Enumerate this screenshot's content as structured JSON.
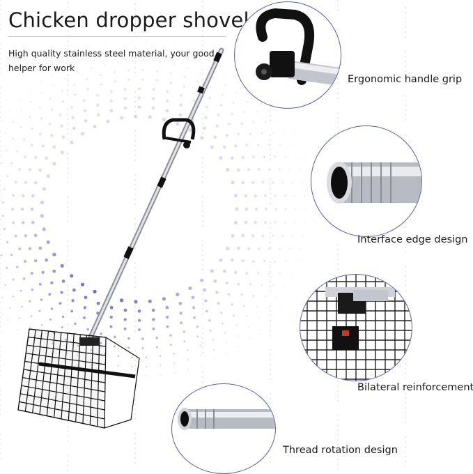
{
  "header": {
    "title": "Chicken dropper shovel",
    "subtitle": "High quality stainless steel material, your good helper for work"
  },
  "features": [
    {
      "label": "Ergonomic handle grip"
    },
    {
      "label": "Interface edge design"
    },
    {
      "label": "Bilateral reinforcement"
    },
    {
      "label": "Thread rotation design"
    }
  ],
  "colors": {
    "accent": "#5a5fb0",
    "dots": "#6a6fd0",
    "steel": "#c9ccd2",
    "black": "#111111"
  }
}
